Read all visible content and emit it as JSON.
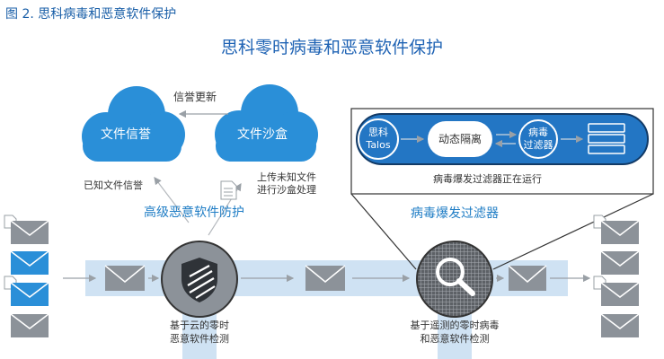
{
  "figure_caption": "图 2.   思科病毒和恶意软件保护",
  "title": "思科零时病毒和恶意软件保护",
  "reputation_update": "信誉更新",
  "cloud_file_reputation": "文件信誉",
  "cloud_file_sandbox": "文件沙盒",
  "known_file_reputation": "已知文件信誉",
  "upload_unknown": [
    "上传未知文件",
    "进行沙盒处理"
  ],
  "amp_label": "高级恶意软件防护",
  "outbreak_label": "病毒爆发过滤器",
  "talos": [
    "思科",
    "Talos"
  ],
  "dynamic_quarantine": "动态隔离",
  "outbreak_filter_box": [
    "病毒",
    "过滤器"
  ],
  "outbreak_running": "病毒爆发过滤器正在运行",
  "cloud_zero_hour": [
    "基于云的零时",
    "恶意软件检测"
  ],
  "heuristic_zero_hour": [
    "基于遥测的零时病毒",
    "和恶意软件检测"
  ],
  "colors": {
    "brand_blue": "#1f63b4",
    "cloud_blue": "#2a8fd8",
    "pipe_blue": "#cfe2f3",
    "envelope_gray": "#8c9299"
  }
}
